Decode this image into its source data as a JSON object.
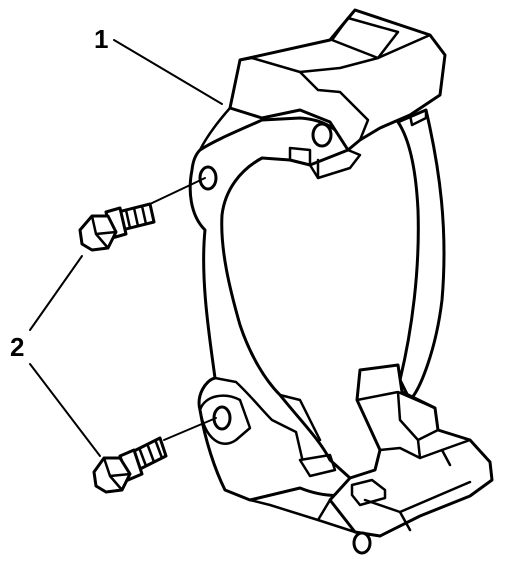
{
  "callouts": [
    {
      "id": "1",
      "label": "1",
      "target": "caliper-bracket"
    },
    {
      "id": "2",
      "label": "2",
      "target": "bracket-bolts"
    }
  ],
  "parts": [
    {
      "id": "caliper-bracket",
      "callout": "1"
    },
    {
      "id": "bracket-bolts",
      "callout": "2",
      "count": 2
    }
  ],
  "colors": {
    "line": "#000000",
    "fill": "#ffffff"
  }
}
